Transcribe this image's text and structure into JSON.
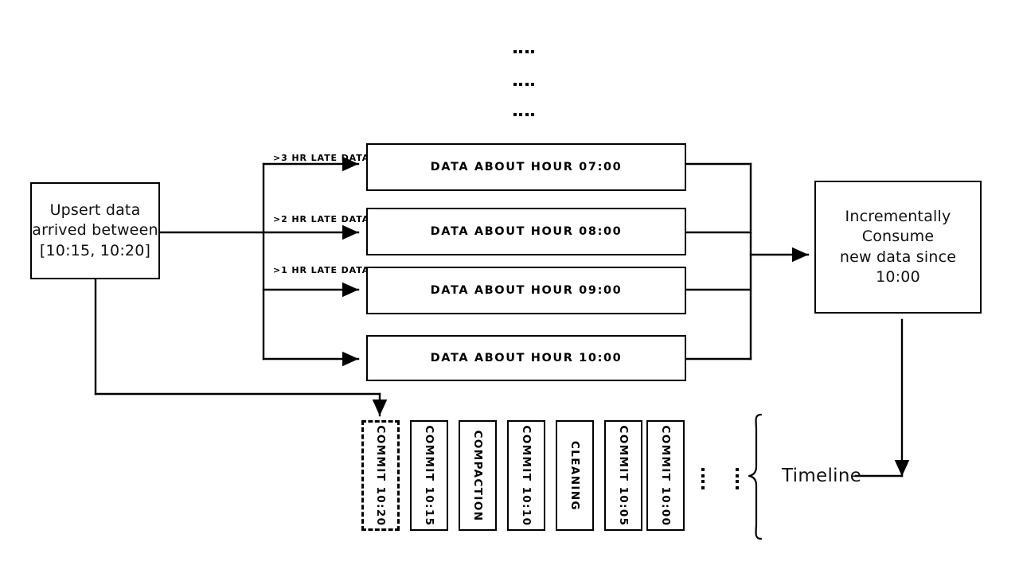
{
  "diagram": {
    "title_top_ellipsis": "....",
    "source_box": {
      "line1": "Upsert data",
      "line2": "arrived between",
      "line3": "[10:15, 10:20]"
    },
    "edge_labels": [
      ">3 HR LATE DATA",
      ">2 HR LATE DATA",
      ">1 HR LATE DATA"
    ],
    "hour_boxes": [
      {
        "label": "DATA ABOUT HOUR 07:00"
      },
      {
        "label": "DATA ABOUT HOUR 08:00"
      },
      {
        "label": "DATA ABOUT HOUR 09:00"
      },
      {
        "label": "DATA ABOUT HOUR 10:00"
      }
    ],
    "consumer_box": {
      "line1": "Incrementally Consume",
      "line2": "new data since 10:00"
    },
    "timeline": {
      "label": "Timeline",
      "commits": [
        {
          "label": "COMMIT 10:20",
          "style": "dashed"
        },
        {
          "label": "COMMIT 10:15",
          "style": "solid"
        },
        {
          "label": "COMPACTION",
          "style": "solid"
        },
        {
          "label": "COMMIT 10:10",
          "style": "solid"
        },
        {
          "label": "CLEANING",
          "style": "solid"
        },
        {
          "label": "COMMIT 10:05",
          "style": "solid"
        },
        {
          "label": "COMMIT 10:00",
          "style": "solid"
        }
      ]
    },
    "colors": {
      "stroke": "#000000",
      "background": "#ffffff",
      "text": "#111111"
    }
  }
}
